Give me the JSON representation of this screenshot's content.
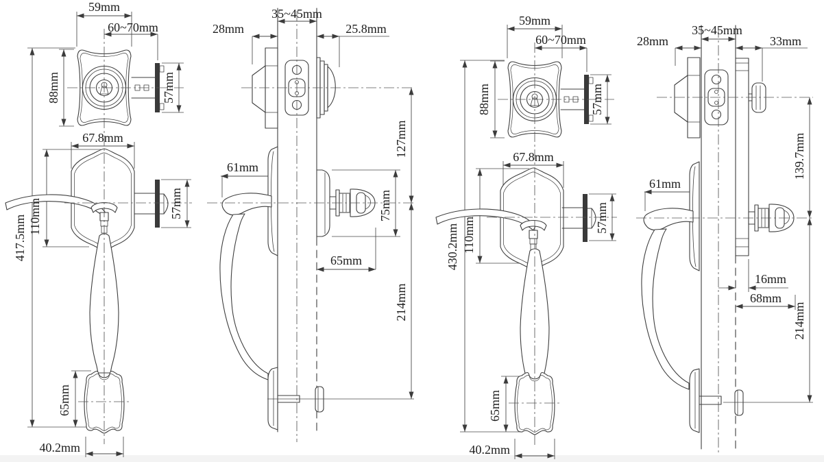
{
  "meta": {
    "unit": "mm"
  },
  "views": [
    {
      "name": "model-a-front",
      "dims": {
        "rosette_width": "59mm",
        "backset": "60~70mm",
        "rosette_height": "88mm",
        "latch_plate_height_top": "57mm",
        "escutcheon_width": "67.8mm",
        "escutcheon_height": "110mm",
        "overall_height": "417.5mm",
        "latch_plate_height_mid": "57mm",
        "bottom_plate_height": "65mm",
        "bottom_plate_width": "40.2mm"
      }
    },
    {
      "name": "model-a-side",
      "dims": {
        "exterior_projection": "28mm",
        "door_thickness": "35~45mm",
        "interior_rose_projection": "25.8mm",
        "deadbolt_to_handle": "127mm",
        "handle_projection": "61mm",
        "interior_rose_height": "75mm",
        "interior_knob_projection": "65mm",
        "handle_to_bottom": "214mm"
      }
    },
    {
      "name": "model-b-front",
      "dims": {
        "rosette_width": "59mm",
        "backset": "60~70mm",
        "rosette_height": "88mm",
        "latch_plate_height_top": "57mm",
        "escutcheon_width": "67.8mm",
        "escutcheon_height": "110mm",
        "overall_height": "430.2mm",
        "latch_plate_height_mid": "57mm",
        "bottom_plate_height": "65mm",
        "bottom_plate_width": "40.2mm"
      }
    },
    {
      "name": "model-b-side",
      "dims": {
        "exterior_projection": "28mm",
        "door_thickness": "35~45mm",
        "interior_trim_projection": "33mm",
        "deadbolt_to_handle": "139.7mm",
        "handle_projection": "61mm",
        "interior_plate_thickness": "16mm",
        "interior_knob_projection": "68mm",
        "handle_to_bottom": "214mm"
      }
    }
  ]
}
